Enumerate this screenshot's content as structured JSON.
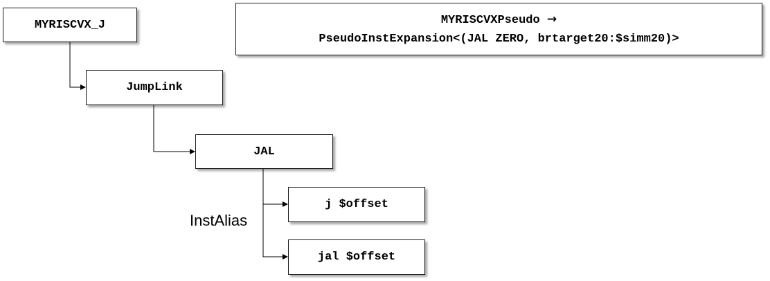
{
  "diagram": {
    "nodes": [
      {
        "id": "myriscvx-j",
        "label": "MYRISCVX_J"
      },
      {
        "id": "jumplink",
        "label": "JumpLink"
      },
      {
        "id": "jal",
        "label": "JAL"
      },
      {
        "id": "j-offset",
        "label": "j $offset"
      },
      {
        "id": "jal-offset",
        "label": "jal $offset"
      }
    ],
    "pseudo": {
      "line1": "MYRISCVXPseudo",
      "arrow": "→",
      "line2": "PseudoInstExpansion<(JAL ZERO, brtarget20:$simm20)>"
    },
    "instalias_label": "InstAlias"
  }
}
